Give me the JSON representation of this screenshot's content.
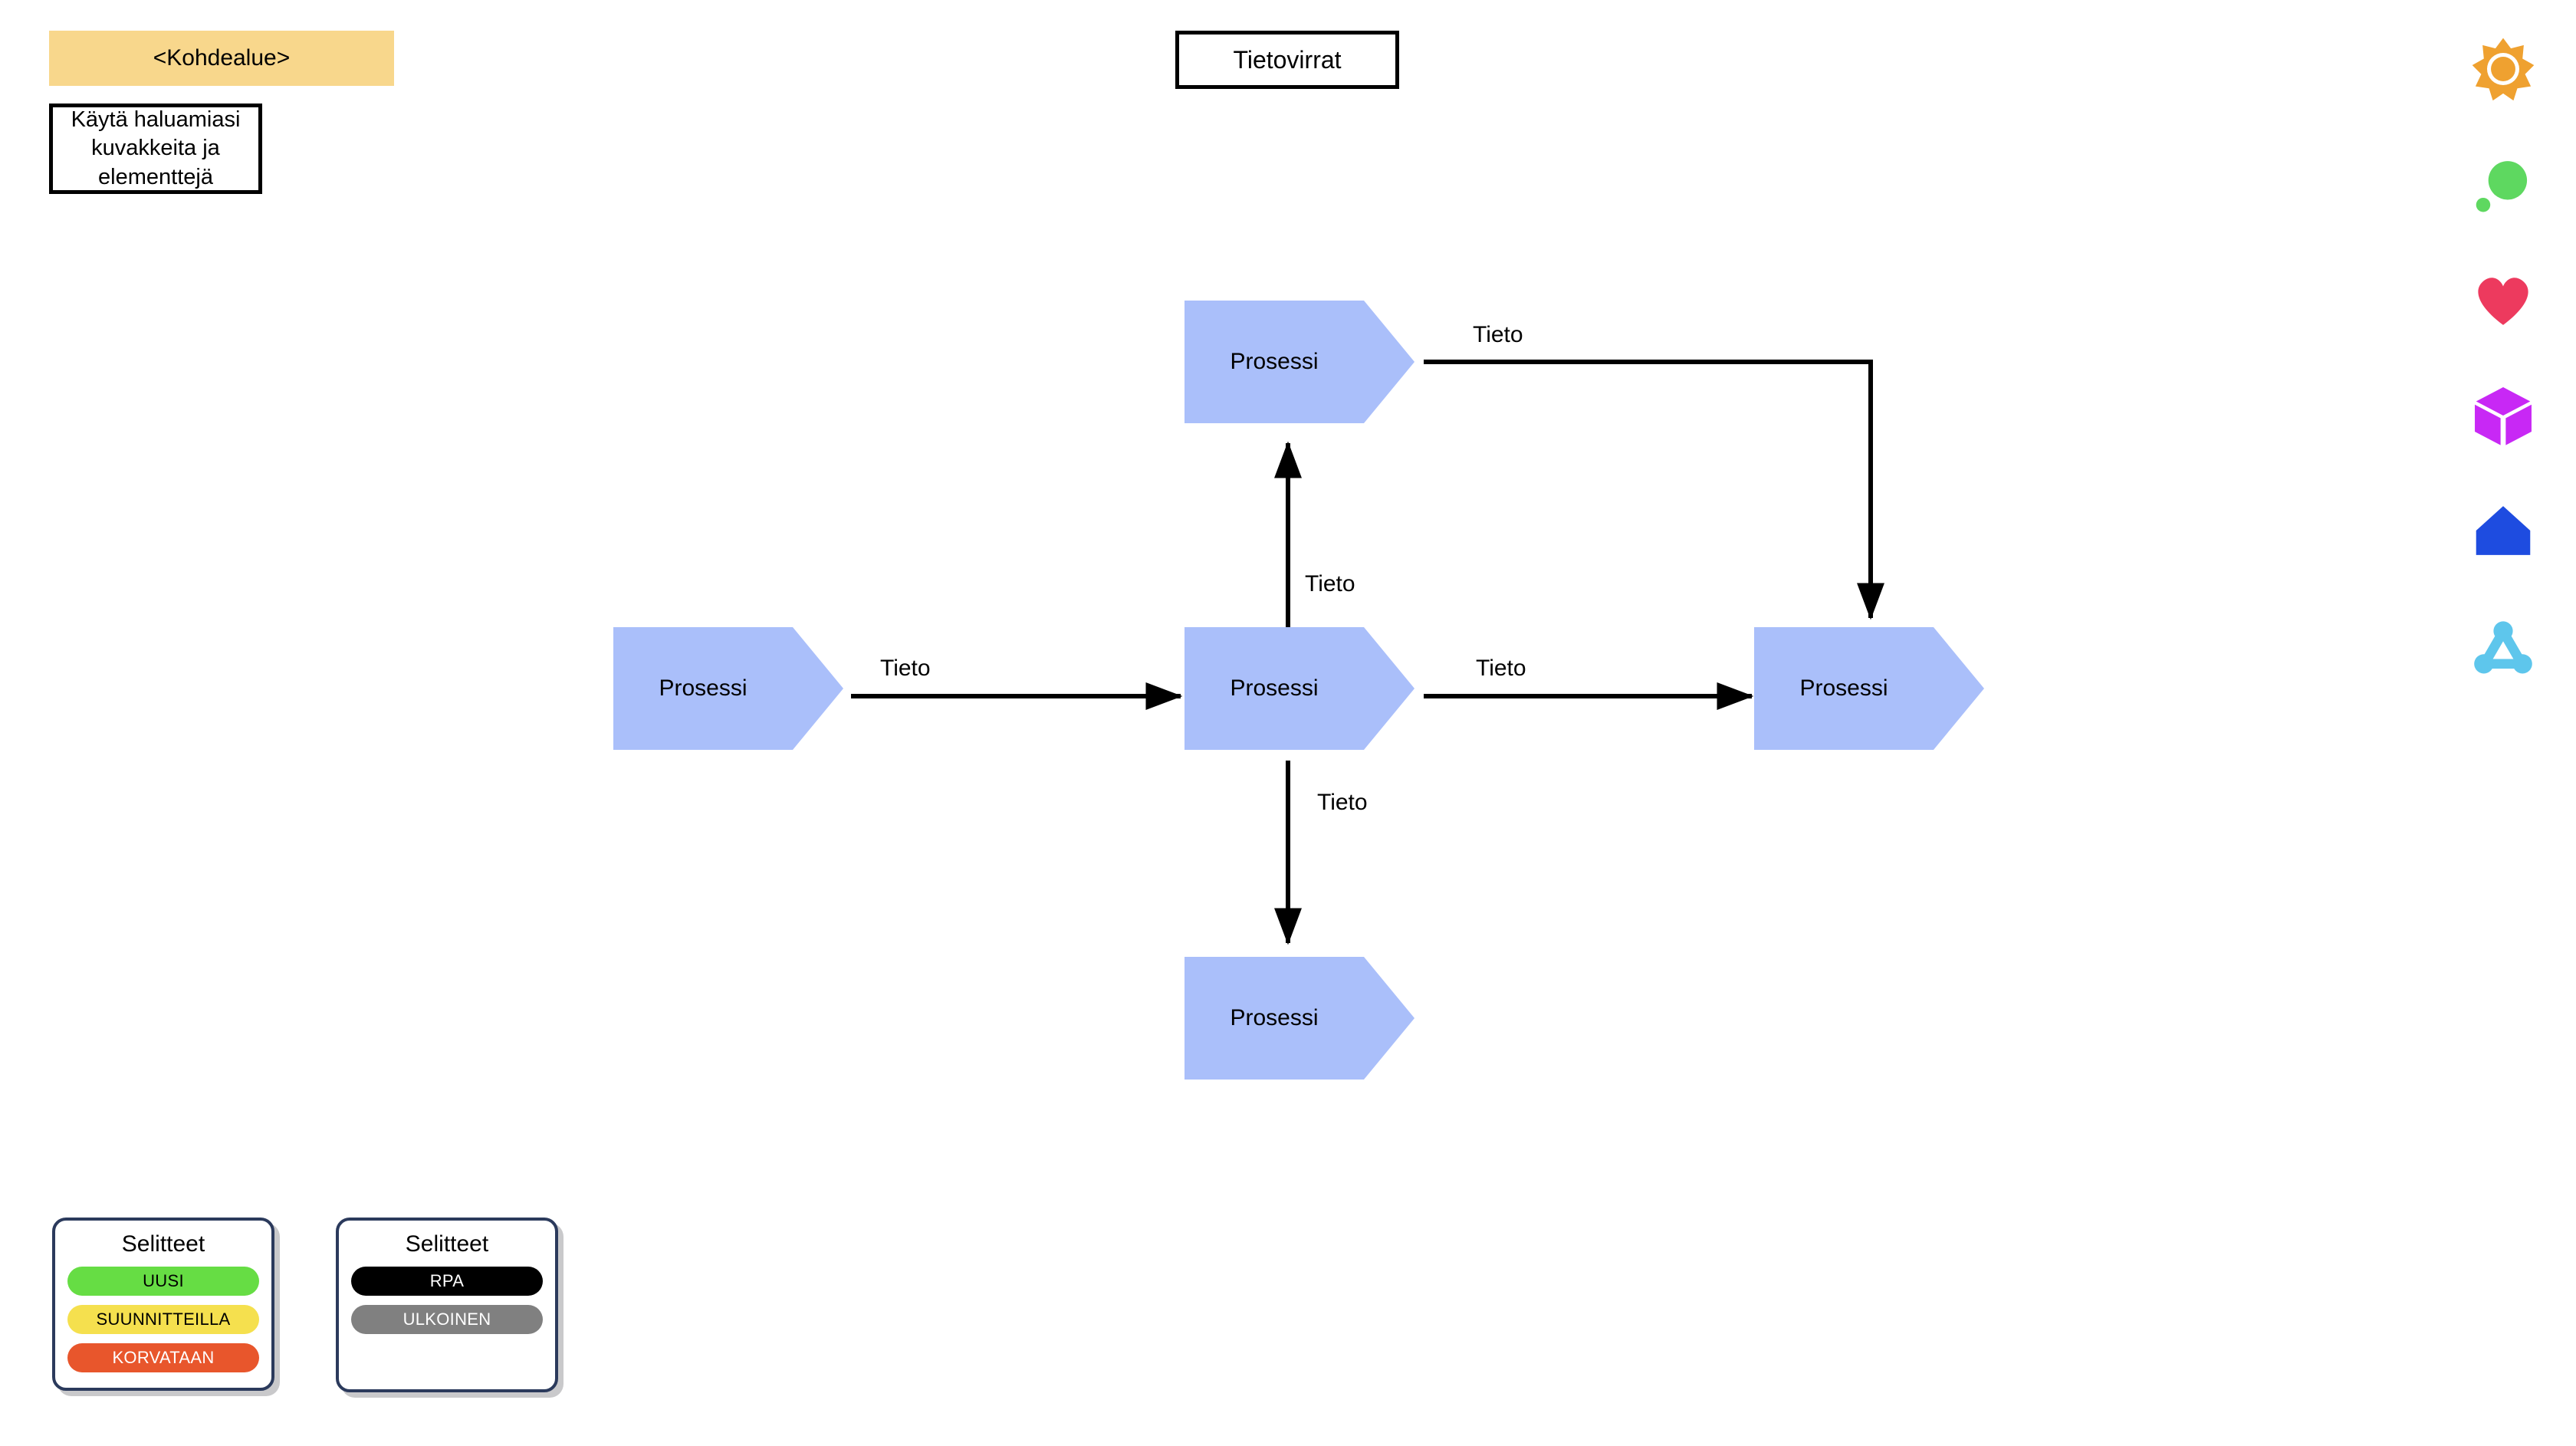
{
  "domain_header": {
    "label": "<Kohdealue>",
    "bg_color": "#f8d78c"
  },
  "hint_note": {
    "text": "Käytä haluamiasi kuvakkeita ja elementtejä"
  },
  "diagram_title": {
    "label": "Tietovirrat"
  },
  "diagram": {
    "node_fill_color": "#aabffa",
    "nodes": [
      {
        "id": "process-top",
        "label": "Prosessi"
      },
      {
        "id": "process-left",
        "label": "Prosessi"
      },
      {
        "id": "process-center",
        "label": "Prosessi"
      },
      {
        "id": "process-right",
        "label": "Prosessi"
      },
      {
        "id": "process-bottom",
        "label": "Prosessi"
      }
    ],
    "edges": [
      {
        "id": "edge-top-to-right",
        "label": "Tieto",
        "from": "process-top",
        "to": "process-right"
      },
      {
        "id": "edge-center-to-top",
        "label": "Tieto",
        "from": "process-center",
        "to": "process-top"
      },
      {
        "id": "edge-left-to-center",
        "label": "Tieto",
        "from": "process-left",
        "to": "process-center"
      },
      {
        "id": "edge-center-to-right",
        "label": "Tieto",
        "from": "process-center",
        "to": "process-right"
      },
      {
        "id": "edge-center-to-bottom",
        "label": "Tieto",
        "from": "process-center",
        "to": "process-bottom"
      }
    ]
  },
  "icon_rail": {
    "icons": [
      {
        "name": "sun-icon",
        "color": "#efa130"
      },
      {
        "name": "bubbles-icon",
        "color": "#5ed860"
      },
      {
        "name": "heart-icon",
        "color": "#ed3a5e"
      },
      {
        "name": "cube-icon",
        "color": "#c828f5"
      },
      {
        "name": "house-icon",
        "color": "#1e4ce0"
      },
      {
        "name": "network-icon",
        "color": "#5ec6ec"
      }
    ]
  },
  "legends": [
    {
      "id": "legend-status",
      "title": "Selitteet",
      "items": [
        {
          "label": "UUSI",
          "bg": "#66dd44",
          "fg": "#000000"
        },
        {
          "label": "SUUNNITTEILLA",
          "bg": "#f5e04e",
          "fg": "#000000"
        },
        {
          "label": "KORVATAAN",
          "bg": "#e8562c",
          "fg": "#ffffff"
        }
      ]
    },
    {
      "id": "legend-type",
      "title": "Selitteet",
      "items": [
        {
          "label": "RPA",
          "bg": "#000000",
          "fg": "#ffffff"
        },
        {
          "label": "ULKOINEN",
          "bg": "#808080",
          "fg": "#ffffff"
        }
      ]
    }
  ]
}
